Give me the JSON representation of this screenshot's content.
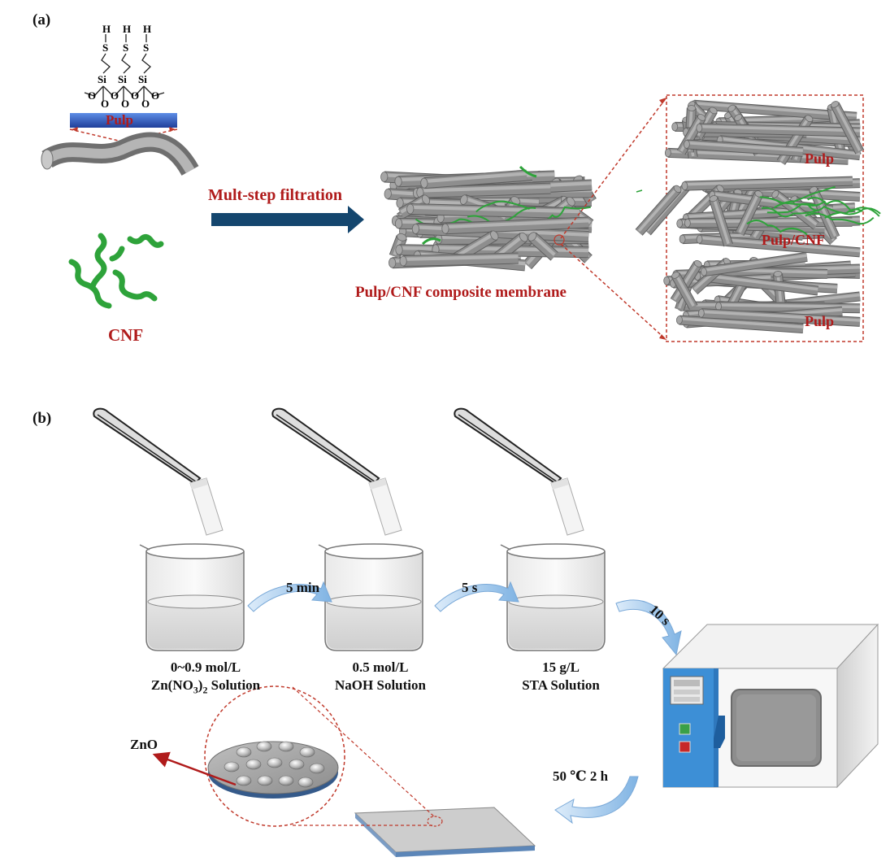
{
  "panel_a": {
    "label": "(a)",
    "chem": {
      "h": "H",
      "s": "S",
      "si": "Si",
      "o": "O"
    },
    "pulp_bar_label": "Pulp",
    "cnf_label": "CNF",
    "arrow_label": "Mult-step filtration",
    "membrane_label": "Pulp/CNF composite membrane",
    "layers": [
      "Pulp",
      "Pulp/CNF",
      "Pulp"
    ]
  },
  "panel_b": {
    "label": "(b)",
    "steps": [
      {
        "line1": "0~0.9 mol/L",
        "line2_pre": "Zn(NO",
        "line2_sub": "3",
        "line2_post": ")",
        "line2_sub2": "2",
        "line2_end": " Solution"
      },
      {
        "line1": "0.5 mol/L",
        "line2": "NaOH Solution"
      },
      {
        "line1": "15 g/L",
        "line2": "STA Solution"
      }
    ],
    "times": [
      "5 min",
      "5 s",
      "10 s"
    ],
    "oven_condition": "50 ℃  2 h",
    "zno_label": "ZnO"
  },
  "colors": {
    "fiber_gray": "#8f8f8f",
    "cnf_green": "#2ea33a",
    "label_red": "#b01b1b",
    "arrow_navy": "#14466e",
    "pulp_blue": "#2b5bbf",
    "oven_blue": "#3d8fd6",
    "curve_arrow": "#a9cdee"
  }
}
